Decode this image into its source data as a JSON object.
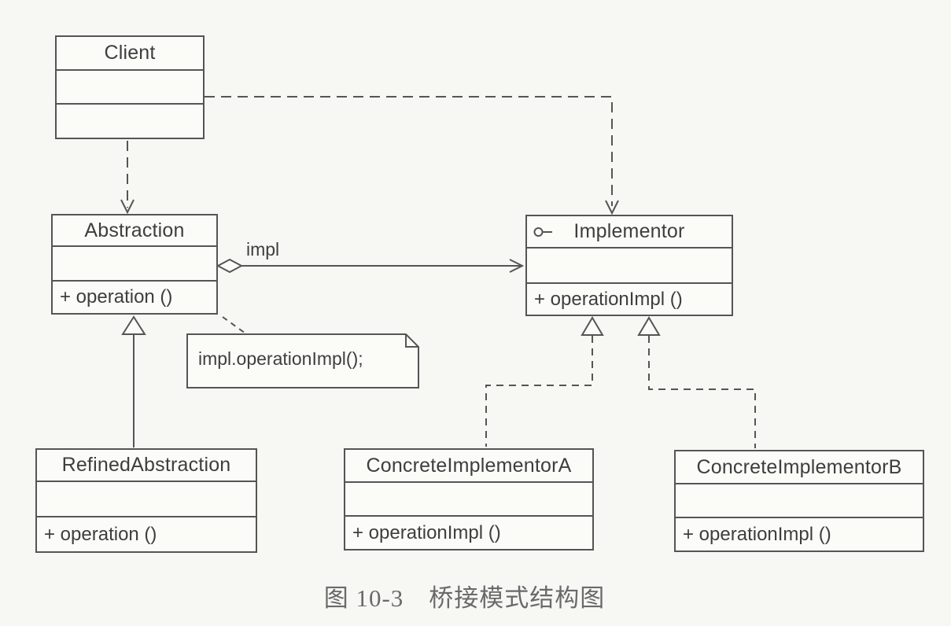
{
  "figure": {
    "caption": "图 10-3　桥接模式结构图"
  },
  "classes": {
    "client": {
      "name": "Client",
      "attributes": "",
      "methods": ""
    },
    "abstraction": {
      "name": "Abstraction",
      "attributes": "",
      "methods": "+ operation ()"
    },
    "implementor": {
      "name": "Implementor",
      "attributes": "",
      "methods": "+ operationImpl ()",
      "stereotype_icon": "interface-lollipop-icon"
    },
    "refined_abstraction": {
      "name": "RefinedAbstraction",
      "attributes": "",
      "methods": "+ operation ()"
    },
    "concrete_implementor_a": {
      "name": "ConcreteImplementorA",
      "attributes": "",
      "methods": "+ operationImpl ()"
    },
    "concrete_implementor_b": {
      "name": "ConcreteImplementorB",
      "attributes": "",
      "methods": "+ operationImpl ()"
    }
  },
  "note": {
    "text": "impl.operationImpl();"
  },
  "relationships": {
    "client_to_abstraction": {
      "type": "dependency",
      "style": "dashed-open-arrow"
    },
    "client_to_implementor": {
      "type": "dependency",
      "style": "dashed-open-arrow"
    },
    "abstraction_to_implementor": {
      "type": "aggregation-association",
      "label": "impl",
      "style": "solid-hollow-diamond-open-arrow"
    },
    "refined_abstraction_to_abstraction": {
      "type": "generalization",
      "style": "solid-hollow-triangle"
    },
    "concrete_implementor_a_to_implementor": {
      "type": "realization",
      "style": "dashed-hollow-triangle"
    },
    "concrete_implementor_b_to_implementor": {
      "type": "realization",
      "style": "dashed-hollow-triangle"
    }
  },
  "colors": {
    "bg": "#f7f7f4",
    "box": "#fbfbf8",
    "line": "#555555",
    "text": "#3e3e3e",
    "caption": "#6a6a6a"
  }
}
